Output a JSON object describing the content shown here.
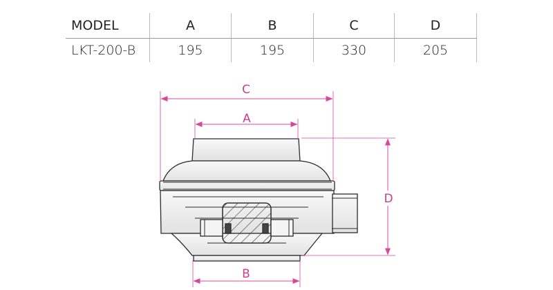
{
  "table": {
    "headers": [
      "MODEL",
      "A",
      "B",
      "C",
      "D"
    ],
    "rows": [
      [
        "LKT-200-B",
        "195",
        "195",
        "330",
        "205"
      ]
    ]
  },
  "drawing": {
    "dimension_labels": {
      "a": "A",
      "b": "B",
      "c": "C",
      "d": "D"
    },
    "colors": {
      "dimension": "#d8479a",
      "outline": "#2b2b2b",
      "body_fill": "#ededed"
    }
  }
}
